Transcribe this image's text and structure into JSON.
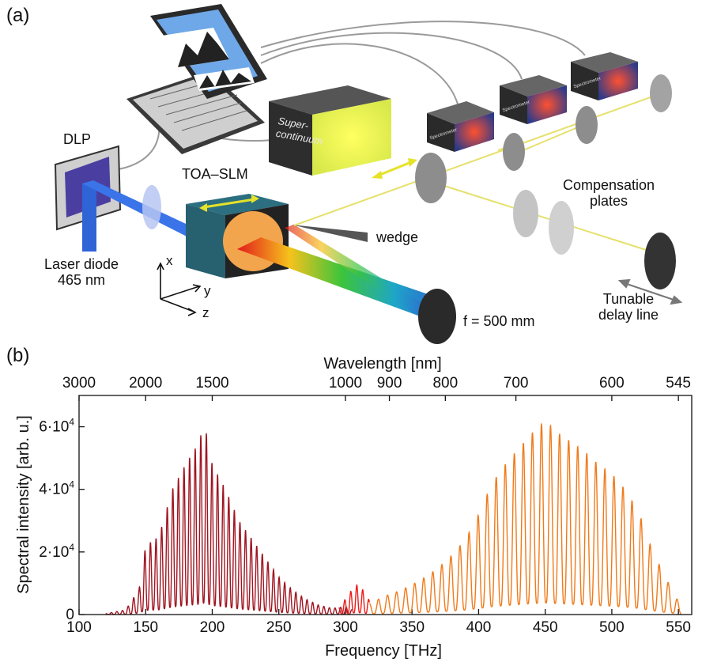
{
  "panel_a": {
    "label": "(a)",
    "labels": {
      "dlp": "DLP",
      "toa_slm": "TOA–SLM",
      "laser_diode_line1": "Laser diode",
      "laser_diode_line2": "465 nm",
      "wedge": "wedge",
      "focal": "f = 500 mm",
      "supercontinuum_line1": "Super-",
      "supercontinuum_line2": "continuum",
      "compensation_line1": "Compensation",
      "compensation_line2": "plates",
      "tunable_line1": "Tunable",
      "tunable_line2": "delay line",
      "spectrometer": "Spectrometer",
      "axis_x": "x",
      "axis_y": "y",
      "axis_z": "z"
    }
  },
  "panel_b": {
    "label": "(b)"
  },
  "chart_data": {
    "type": "line",
    "xlabel": "Frequency [THz]",
    "ylabel": "Spectral intensity [arb. u.]",
    "top_xlabel": "Wavelength [nm]",
    "xlim": [
      100,
      560
    ],
    "ylim": [
      0,
      70000
    ],
    "x_ticks": [
      100,
      150,
      200,
      250,
      300,
      350,
      400,
      450,
      500,
      550
    ],
    "y_ticks": [
      {
        "value": 0,
        "label": "0"
      },
      {
        "value": 20000,
        "label": "2·10",
        "exp": "4"
      },
      {
        "value": 40000,
        "label": "4·10",
        "exp": "4"
      },
      {
        "value": 60000,
        "label": "6·10",
        "exp": "4"
      }
    ],
    "top_ticks": [
      {
        "label": "3000",
        "freq": 100
      },
      {
        "label": "2000",
        "freq": 150
      },
      {
        "label": "1500",
        "freq": 200
      },
      {
        "label": "1000",
        "freq": 300
      },
      {
        "label": "900",
        "freq": 333
      },
      {
        "label": "800",
        "freq": 375
      },
      {
        "label": "700",
        "freq": 428
      },
      {
        "label": "600",
        "freq": 500
      },
      {
        "label": "545",
        "freq": 550
      }
    ],
    "series": [
      {
        "color": "#a01420",
        "range": [
          120,
          305
        ],
        "envelope": [
          [
            120,
            300
          ],
          [
            135,
            1500
          ],
          [
            145,
            8000
          ],
          [
            150,
            22000
          ],
          [
            160,
            25000
          ],
          [
            170,
            40000
          ],
          [
            180,
            48000
          ],
          [
            190,
            55000
          ],
          [
            194,
            61500
          ],
          [
            200,
            48000
          ],
          [
            210,
            40000
          ],
          [
            220,
            30000
          ],
          [
            230,
            24000
          ],
          [
            240,
            18000
          ],
          [
            250,
            12000
          ],
          [
            260,
            8000
          ],
          [
            270,
            5000
          ],
          [
            280,
            3000
          ],
          [
            290,
            2000
          ],
          [
            300,
            2500
          ],
          [
            305,
            1500
          ]
        ],
        "spacing": 4.2
      },
      {
        "color": "#ee1a1a",
        "range": [
          295,
          318
        ],
        "envelope": [
          [
            295,
            2000
          ],
          [
            305,
            8000
          ],
          [
            310,
            10000
          ],
          [
            318,
            4500
          ]
        ],
        "spacing": 4.5
      },
      {
        "color": "#f07a1a",
        "range": [
          318,
          552
        ],
        "envelope": [
          [
            318,
            3500
          ],
          [
            330,
            6000
          ],
          [
            340,
            7500
          ],
          [
            350,
            9500
          ],
          [
            360,
            12000
          ],
          [
            370,
            15000
          ],
          [
            380,
            19000
          ],
          [
            390,
            24000
          ],
          [
            400,
            32000
          ],
          [
            410,
            42000
          ],
          [
            420,
            48000
          ],
          [
            430,
            53000
          ],
          [
            440,
            58000
          ],
          [
            450,
            62000
          ],
          [
            460,
            58000
          ],
          [
            470,
            55000
          ],
          [
            480,
            52000
          ],
          [
            490,
            48000
          ],
          [
            500,
            45000
          ],
          [
            510,
            40000
          ],
          [
            520,
            33000
          ],
          [
            530,
            21000
          ],
          [
            540,
            12000
          ],
          [
            548,
            6000
          ],
          [
            552,
            2000
          ]
        ],
        "spacing": 6.8
      }
    ]
  }
}
